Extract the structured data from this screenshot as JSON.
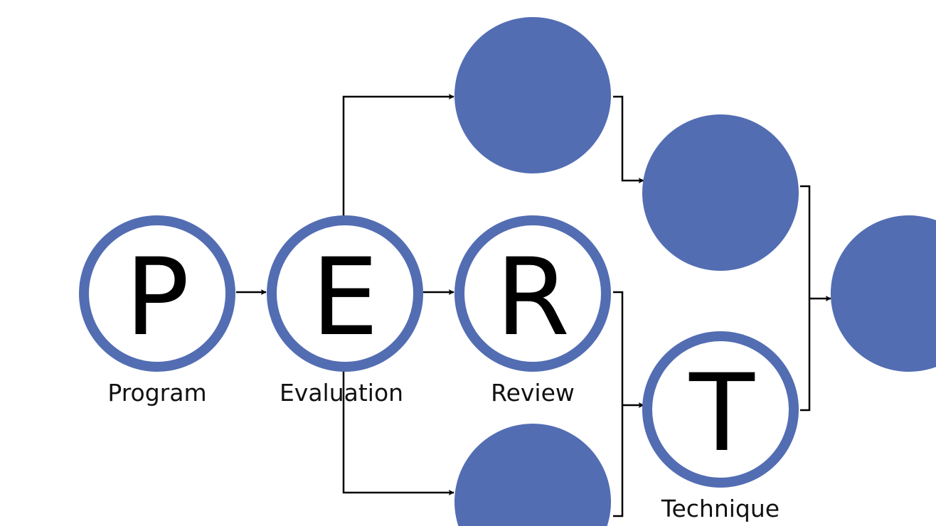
{
  "colors": {
    "node": "#536db3",
    "line": "#000000"
  },
  "nodes": [
    {
      "letter": "P",
      "label": "Program"
    },
    {
      "letter": "E",
      "label": "Evaluation"
    },
    {
      "letter": "R",
      "label": "Review"
    },
    {
      "letter": "T",
      "label": "Technique"
    }
  ]
}
